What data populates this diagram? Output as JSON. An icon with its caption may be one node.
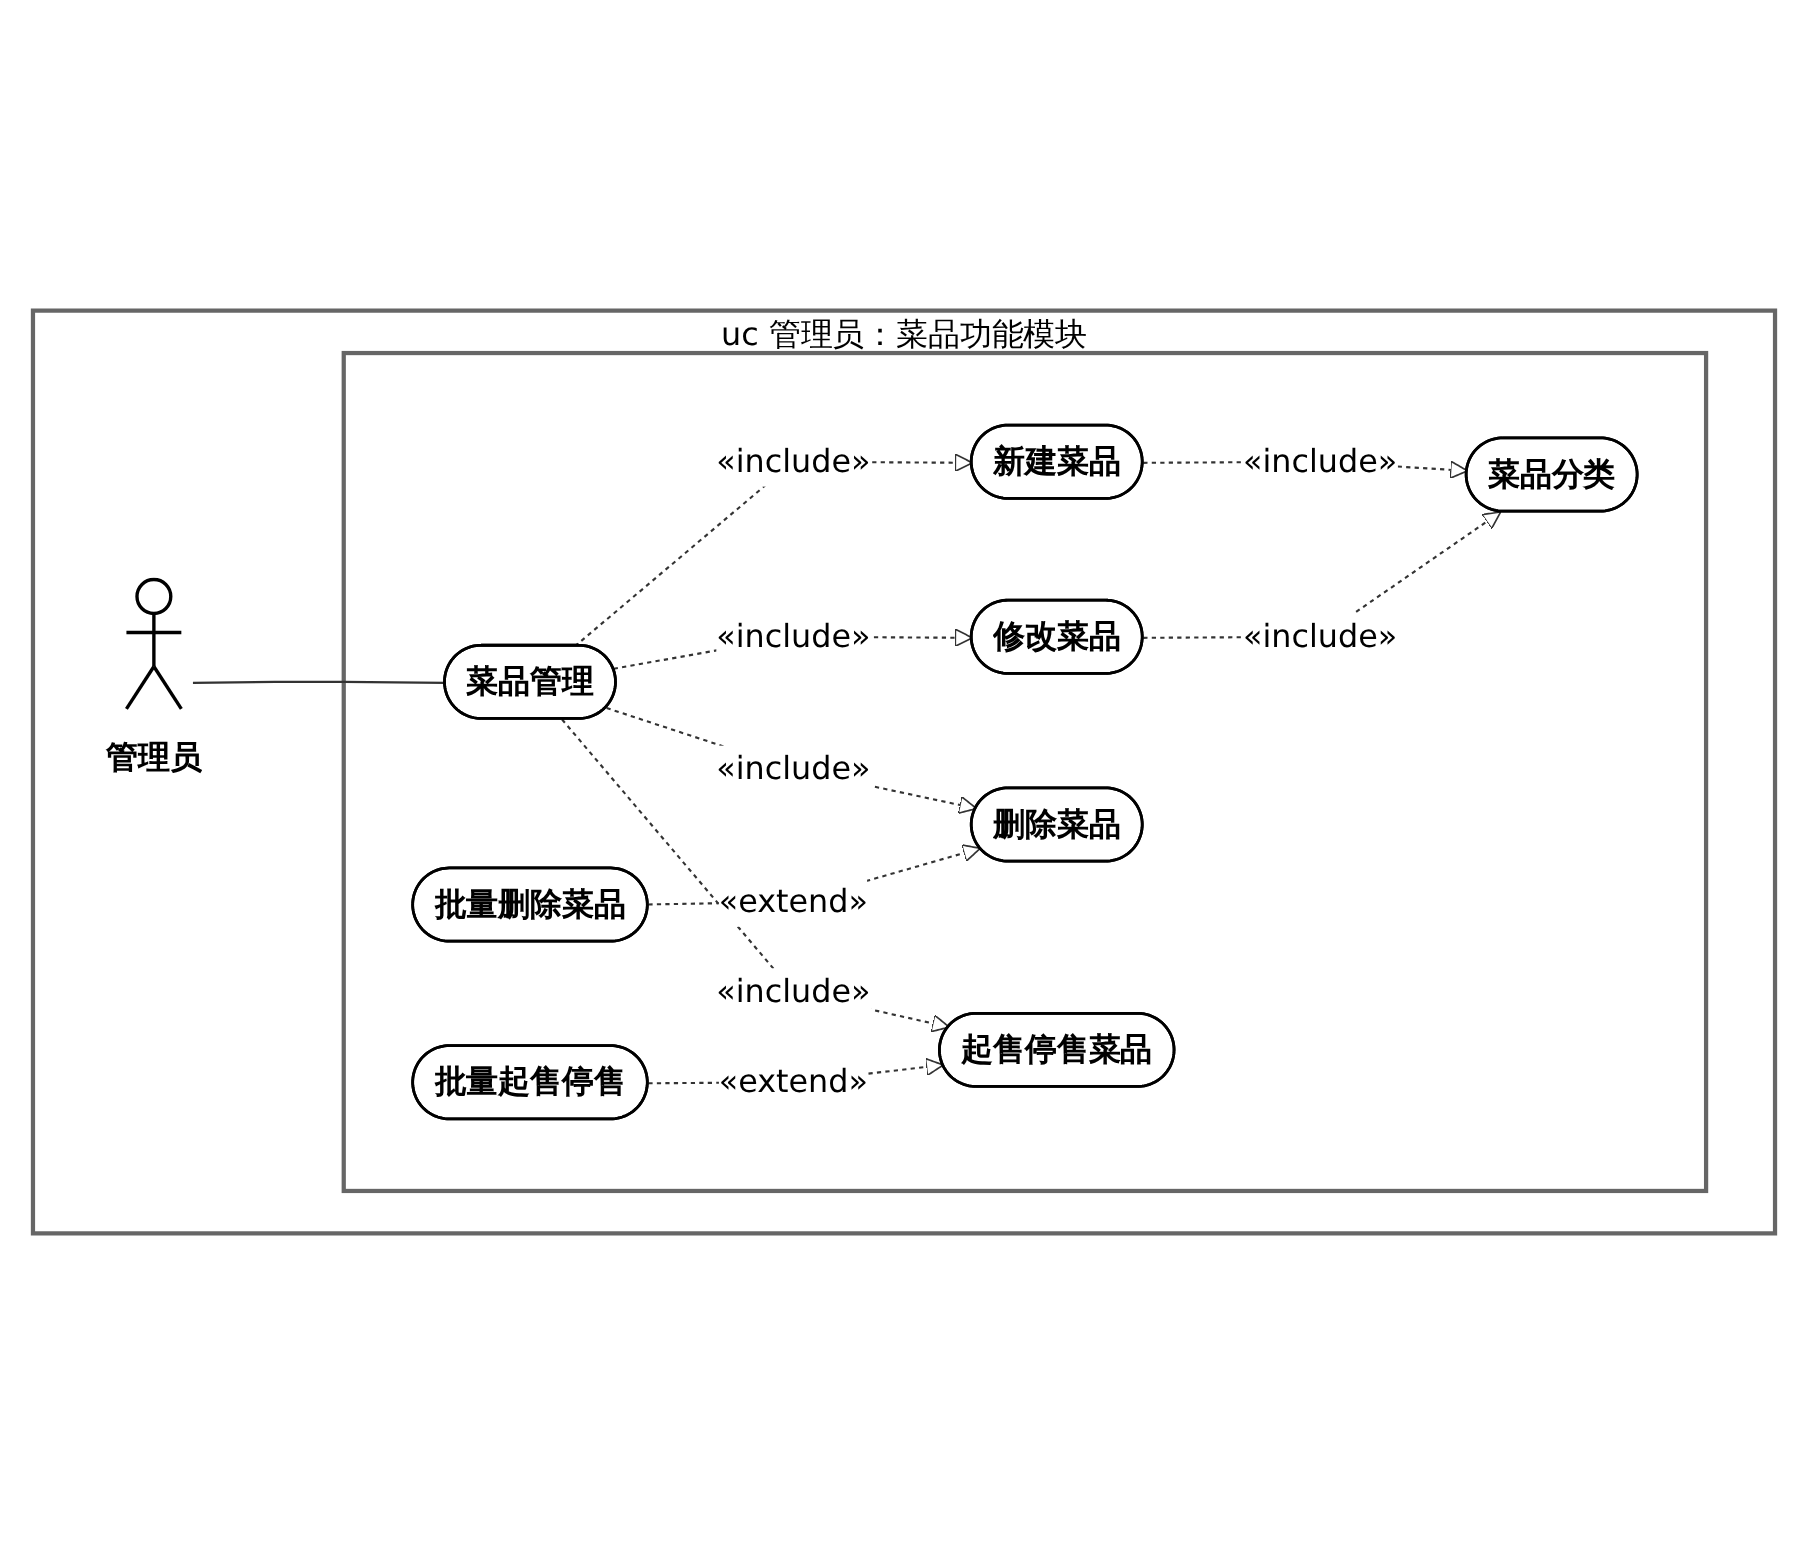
{
  "diagram": {
    "nodes": [
      {
        "text": [
          "uc 管理员：菜品功能模块"
        ]
      },
      {
        "text": [
          "管理员"
        ],
        "in": 0
      },
      {
        "text": [],
        "shape": "box",
        "in": 0
      },
      {
        "text": [
          "菜品分类"
        ],
        "in": 2
      },
      {
        "text": [
          "新建菜品"
        ],
        "in": 2
      },
      {
        "text": [
          "修改菜品"
        ],
        "in": 2
      },
      {
        "text": [
          "菜品管理"
        ],
        "in": 2
      },
      {
        "text": [
          "删除菜品"
        ],
        "in": 2
      },
      {
        "text": [
          "起售停售菜品"
        ],
        "in": 2
      },
      {
        "text": [
          "批量删除菜品"
        ],
        "in": 2
      },
      {
        "text": [
          "批量起售停售"
        ],
        "in": 2
      }
    ],
    "edges": [
      {
        "from": 4,
        "to": 3,
        "arrow": "to",
        "style": "dashed",
        "label": "«include»"
      },
      {
        "from": 5,
        "to": 3,
        "arrow": "to",
        "style": "dashed",
        "label": "«include»"
      },
      {
        "from": 6,
        "to": 4,
        "arrow": "to",
        "style": "dashed",
        "label": "«include»"
      },
      {
        "from": 6,
        "to": 5,
        "arrow": "to",
        "style": "dashed",
        "label": "«include»"
      },
      {
        "from": 1,
        "to": 6,
        "arrow": "none"
      },
      {
        "from": 6,
        "to": 7,
        "arrow": "to",
        "style": "dashed",
        "label": "«include»"
      },
      {
        "from": 6,
        "to": 8,
        "arrow": "to",
        "style": "dashed",
        "label": "«include»"
      },
      {
        "from": 9,
        "to": 7,
        "arrow": "to",
        "style": "dashed",
        "label": "«extend»"
      },
      {
        "from": 10,
        "to": 8,
        "arrow": "to",
        "style": "dashed",
        "label": "«extend»"
      }
    ]
  }
}
